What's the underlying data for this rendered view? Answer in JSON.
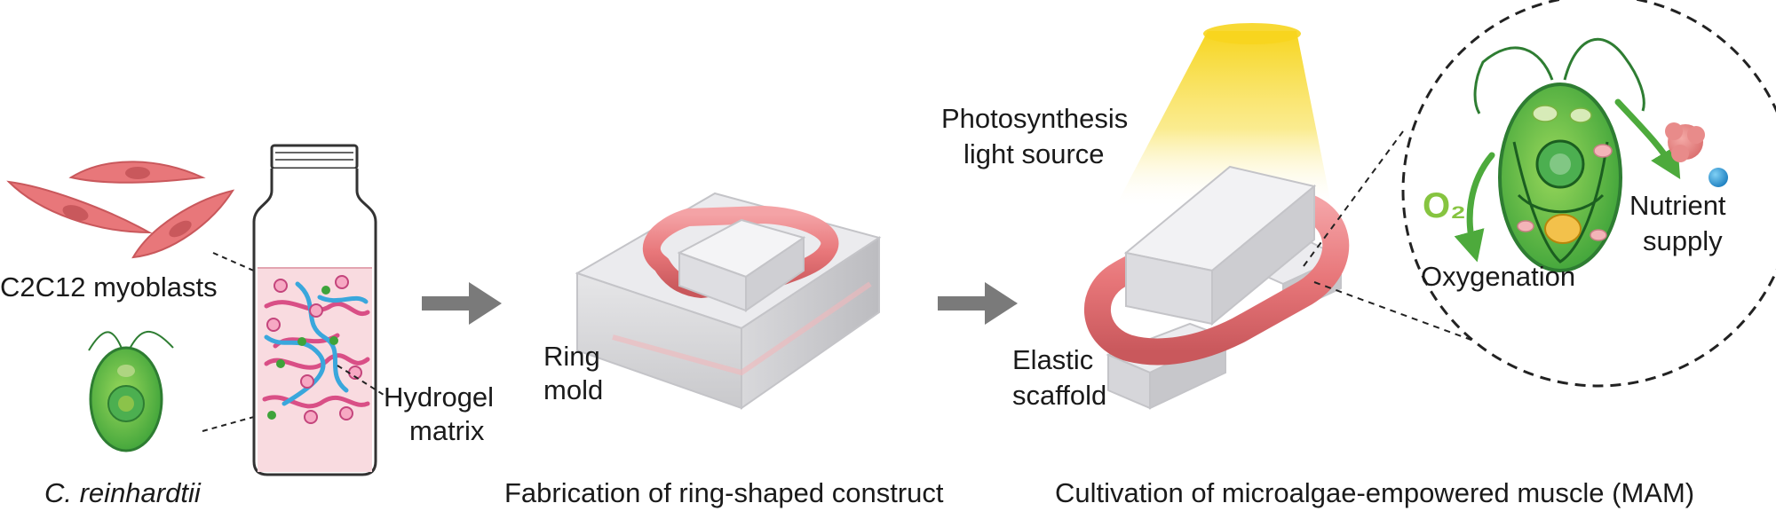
{
  "labels": {
    "myoblasts": "C2C12 myoblasts",
    "algae": "C. reinhardtii",
    "hydrogel_line1": "Hydrogel",
    "hydrogel_line2": "matrix",
    "ring_line1": "Ring",
    "ring_line2": "mold",
    "light_line1": "Photosynthesis",
    "light_line2": "light source",
    "scaffold_line1": "Elastic",
    "scaffold_line2": "scaffold",
    "o2": "O₂",
    "oxygenation": "Oxygenation",
    "nutrient_line1": "Nutrient",
    "nutrient_line2": "supply",
    "caption_fabrication": "Fabrication of ring-shaped construct",
    "caption_cultivation": "Cultivation of microalgae-empowered muscle (MAM)"
  },
  "colors": {
    "muscle": "#e8777a",
    "muscle_dark": "#c9585c",
    "algae": "#3ea33a",
    "algae_light": "#8ccf4e",
    "fiber_blue": "#3aa7dc",
    "fiber_pink": "#d94f86",
    "light": "#f7d51e",
    "arrow": "#7a7a7a",
    "o2": "#86c440"
  }
}
